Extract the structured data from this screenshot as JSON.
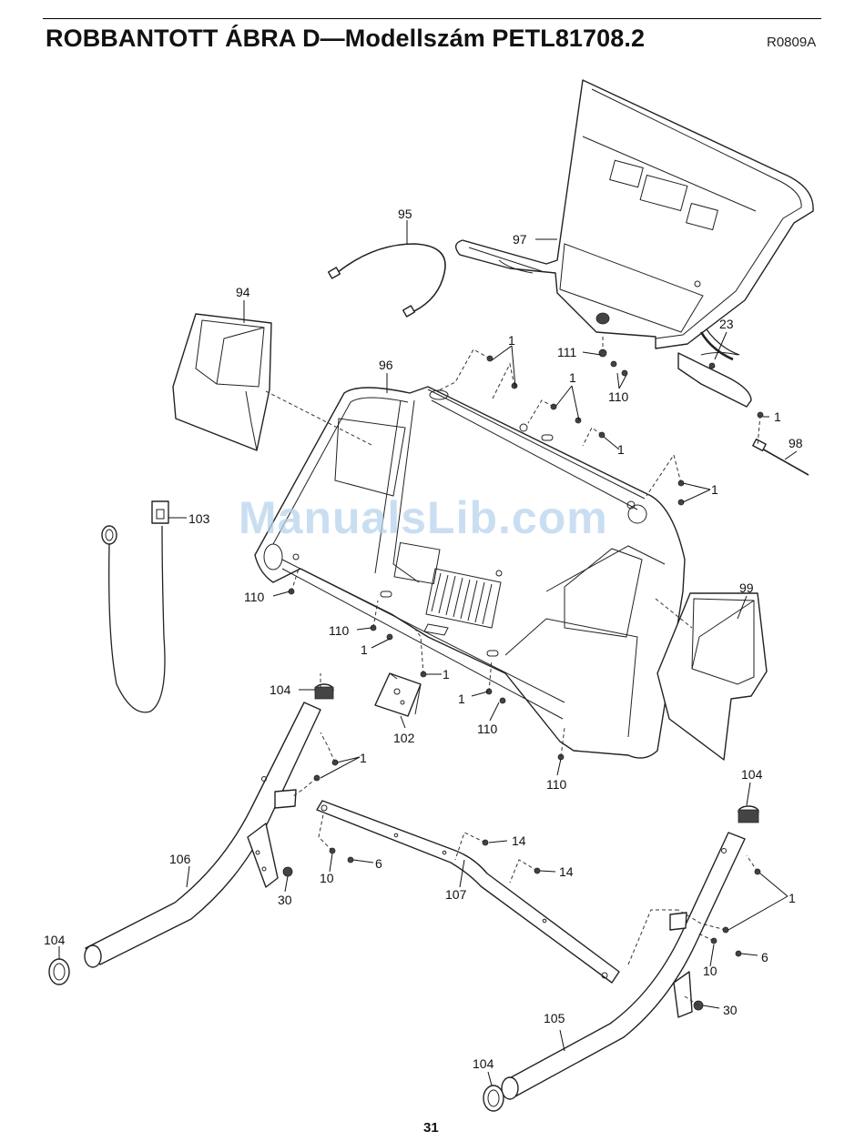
{
  "header": {
    "title": "ROBBANTOTT ÁBRA D—Modellszám PETL81708.2",
    "code": "R0809A"
  },
  "footer": {
    "page_number": "31"
  },
  "watermark": {
    "text": "ManualsLib.com"
  },
  "callouts": [
    {
      "id": "c95",
      "text": "95"
    },
    {
      "id": "c97",
      "text": "97"
    },
    {
      "id": "c94",
      "text": "94"
    },
    {
      "id": "c23",
      "text": "23"
    },
    {
      "id": "c111",
      "text": "111"
    },
    {
      "id": "c110a",
      "text": "110"
    },
    {
      "id": "c1a",
      "text": "1"
    },
    {
      "id": "c96",
      "text": "96"
    },
    {
      "id": "c1b",
      "text": "1"
    },
    {
      "id": "c1c",
      "text": "1"
    },
    {
      "id": "c1d",
      "text": "1"
    },
    {
      "id": "c98",
      "text": "98"
    },
    {
      "id": "c1e",
      "text": "1"
    },
    {
      "id": "c103",
      "text": "103"
    },
    {
      "id": "c99",
      "text": "99"
    },
    {
      "id": "c110b",
      "text": "110"
    },
    {
      "id": "c110c",
      "text": "110"
    },
    {
      "id": "c1f",
      "text": "1"
    },
    {
      "id": "c1g",
      "text": "1"
    },
    {
      "id": "c104a",
      "text": "104"
    },
    {
      "id": "c1h",
      "text": "1"
    },
    {
      "id": "c102",
      "text": "102"
    },
    {
      "id": "c110d",
      "text": "110"
    },
    {
      "id": "c110e",
      "text": "110"
    },
    {
      "id": "c1i",
      "text": "1"
    },
    {
      "id": "c104b",
      "text": "104"
    },
    {
      "id": "c106",
      "text": "106"
    },
    {
      "id": "c14a",
      "text": "14"
    },
    {
      "id": "c6a",
      "text": "6"
    },
    {
      "id": "c10a",
      "text": "10"
    },
    {
      "id": "c30a",
      "text": "30"
    },
    {
      "id": "c14b",
      "text": "14"
    },
    {
      "id": "c107",
      "text": "107"
    },
    {
      "id": "c1j",
      "text": "1"
    },
    {
      "id": "c104c",
      "text": "104"
    },
    {
      "id": "c6b",
      "text": "6"
    },
    {
      "id": "c10b",
      "text": "10"
    },
    {
      "id": "c30b",
      "text": "30"
    },
    {
      "id": "c105",
      "text": "105"
    },
    {
      "id": "c104d",
      "text": "104"
    }
  ]
}
